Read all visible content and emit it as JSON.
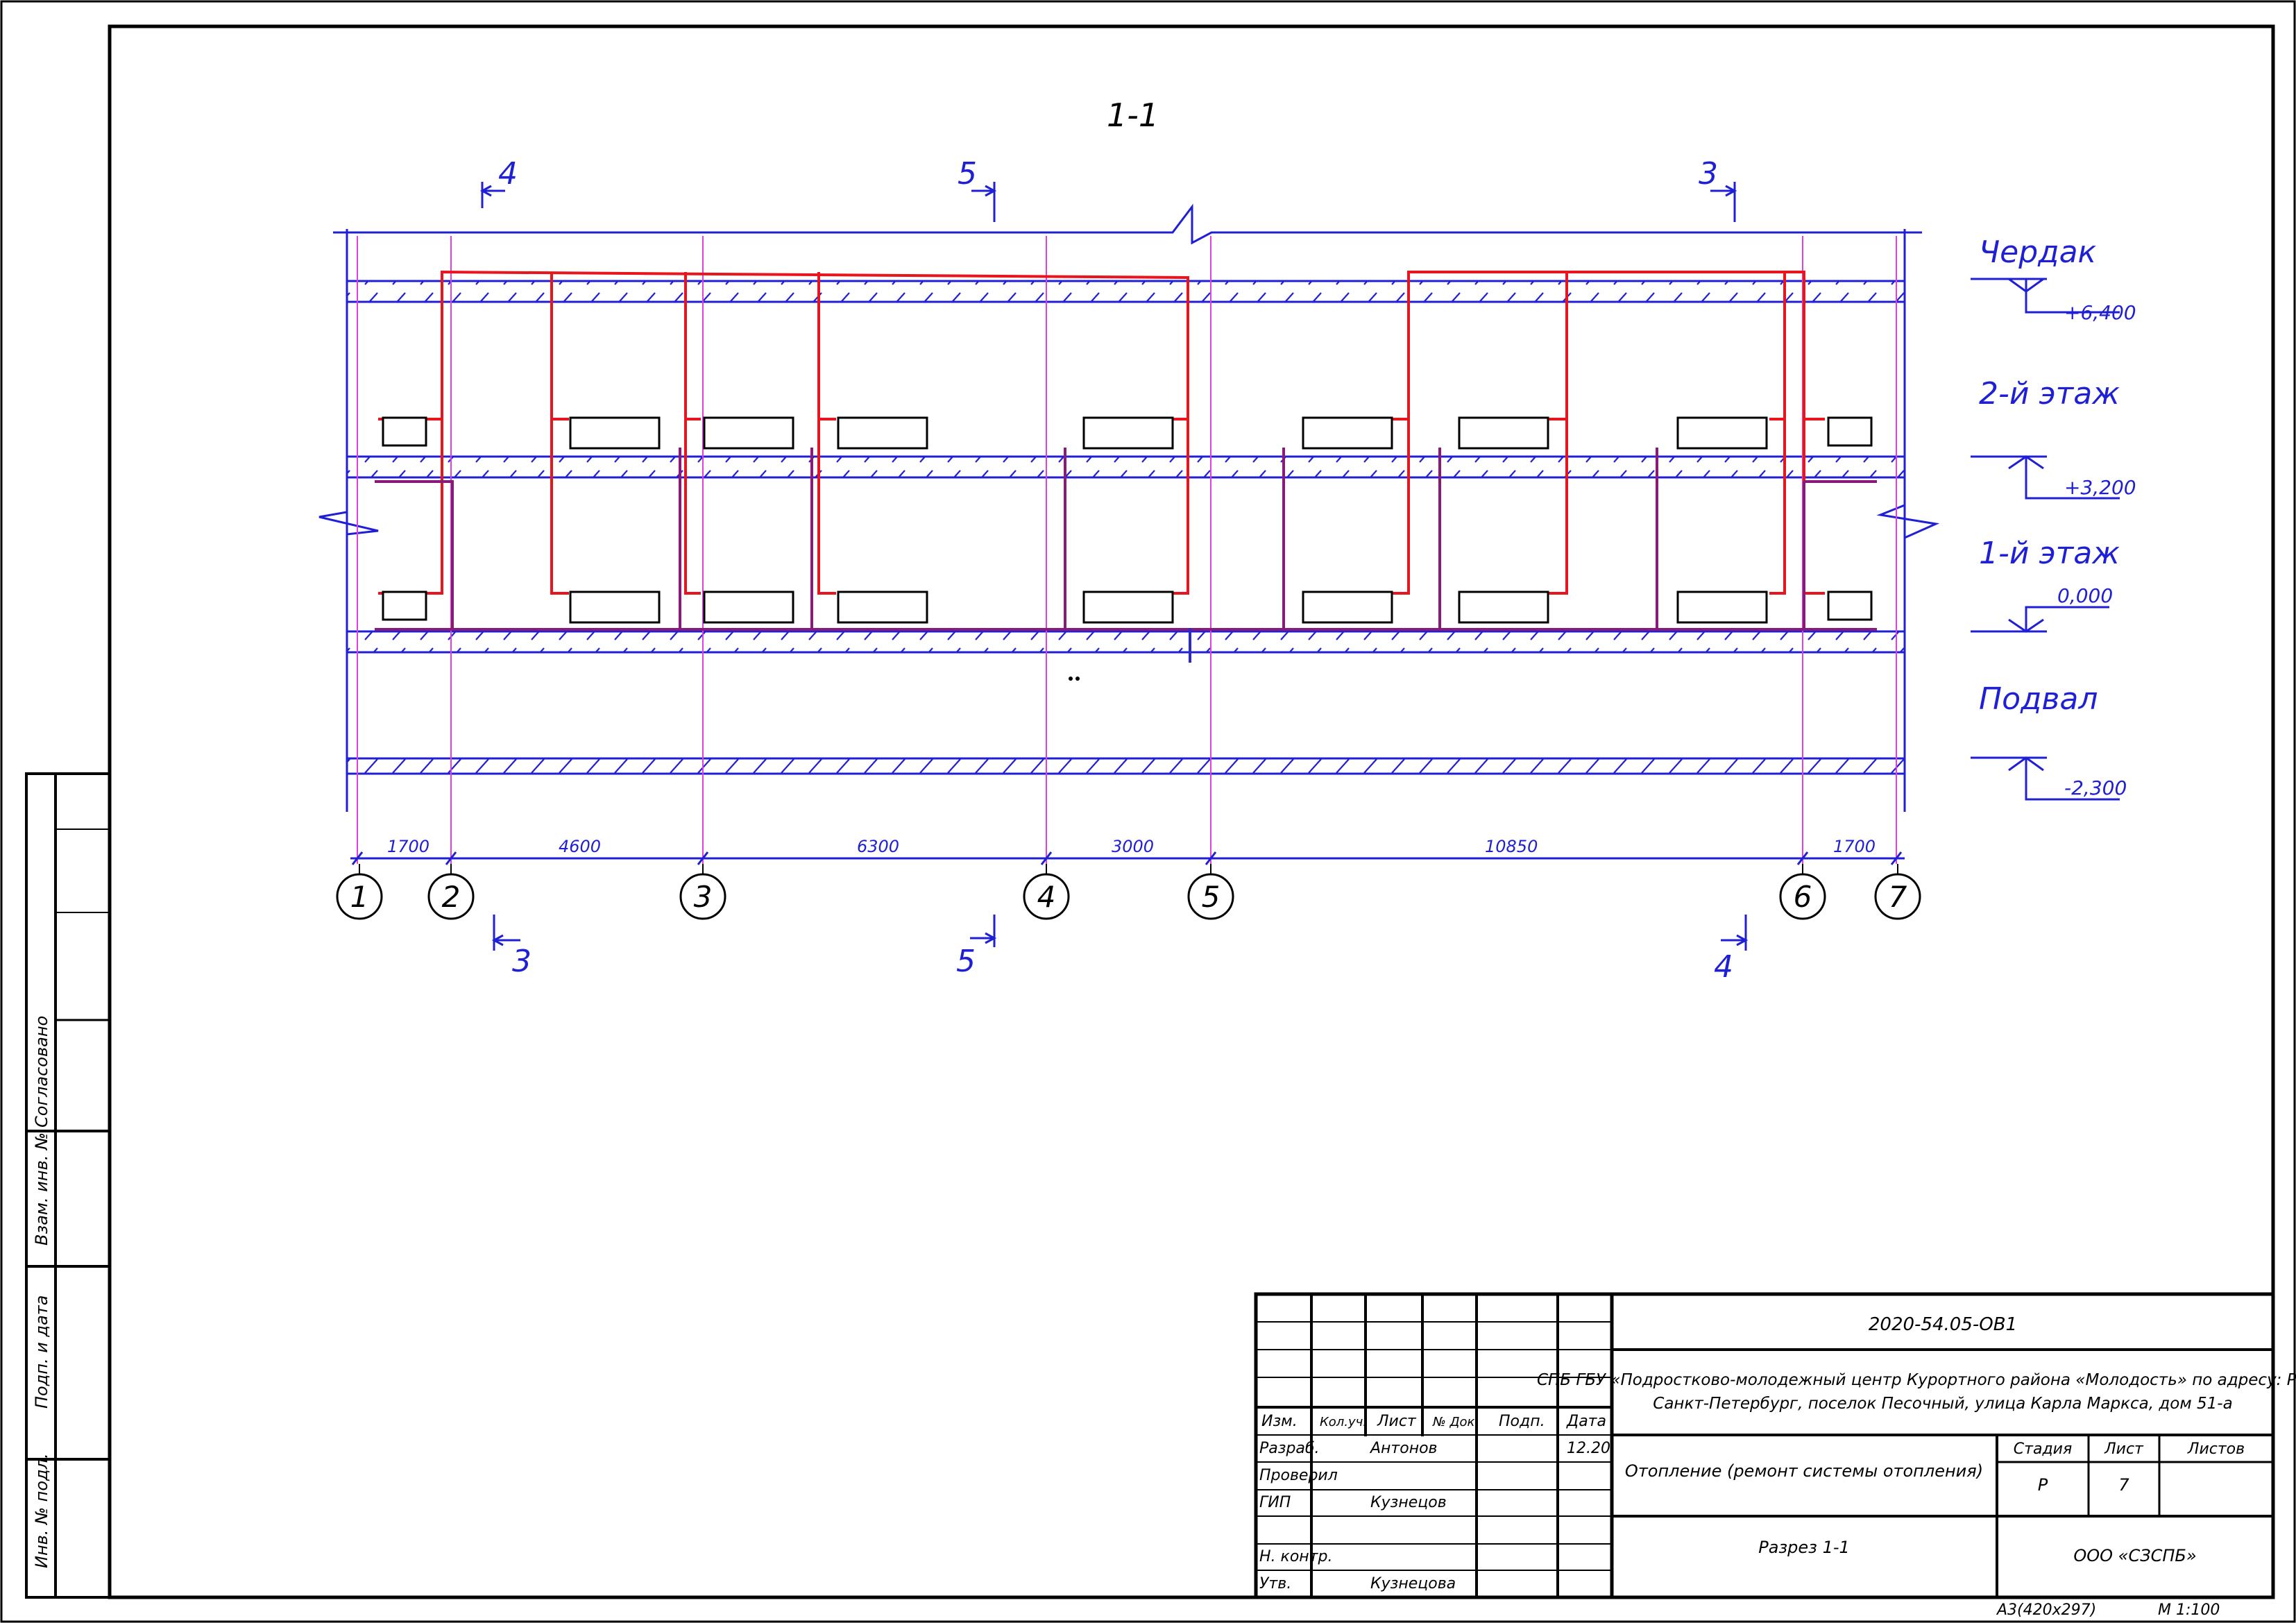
{
  "drawing": {
    "section_title": "1-1",
    "section_marks_top": [
      {
        "label": "4"
      },
      {
        "label": "5"
      },
      {
        "label": "3"
      }
    ],
    "section_marks_bottom": [
      {
        "label": "3"
      },
      {
        "label": "5"
      },
      {
        "label": "4"
      }
    ],
    "levels": [
      {
        "name": "Чердак",
        "elevation": "+6,400"
      },
      {
        "name": "2-й этаж",
        "elevation": "+3,200"
      },
      {
        "name": "1-й этаж",
        "elevation": "0,000"
      },
      {
        "name": "Подвал",
        "elevation": "-2,300"
      }
    ],
    "axes": [
      "1",
      "2",
      "3",
      "4",
      "5",
      "6",
      "7"
    ],
    "spans": [
      "1700",
      "4600",
      "6300",
      "3000",
      "10850",
      "1700"
    ]
  },
  "side_stamp": {
    "soglasovano": "Согласовано",
    "vzam_inv": "Взам. инв. №",
    "podp_data": "Подп. и дата",
    "inv_podl": "Инв. № подл."
  },
  "title_block": {
    "doc_code": "2020-54.05-ОВ1",
    "object_line1": "СПБ ГБУ «Подростково-молодежный центр Курортного района «Молодость» по адресу: Россия,",
    "object_line2": "Санкт-Петербург, поселок Песочный, улица Карла Маркса, дом 51-а",
    "headers": {
      "izm": "Изм.",
      "kol": "Кол.уч.",
      "list": "Лист",
      "ndok": "№ Док.",
      "podp": "Подп.",
      "data": "Дата"
    },
    "roles": [
      {
        "role": "Разраб.",
        "name": "Антонов",
        "date": "12.20"
      },
      {
        "role": "Проверил",
        "name": "",
        "date": ""
      },
      {
        "role": "ГИП",
        "name": "Кузнецов",
        "date": ""
      },
      {
        "role": "",
        "name": "",
        "date": ""
      },
      {
        "role": "Н. контр.",
        "name": "",
        "date": ""
      },
      {
        "role": "Утв.",
        "name": "Кузнецова",
        "date": ""
      }
    ],
    "system_title": "Отопление (ремонт системы отопления)",
    "stage_header": "Стадия",
    "sheet_header": "Лист",
    "sheets_header": "Листов",
    "stage": "Р",
    "sheet": "7",
    "sheets": "",
    "drawing_name": "Разрез 1-1",
    "company": "ООО «СЗСПБ»",
    "format": "А3(420х297)",
    "scale": "М 1:100"
  }
}
